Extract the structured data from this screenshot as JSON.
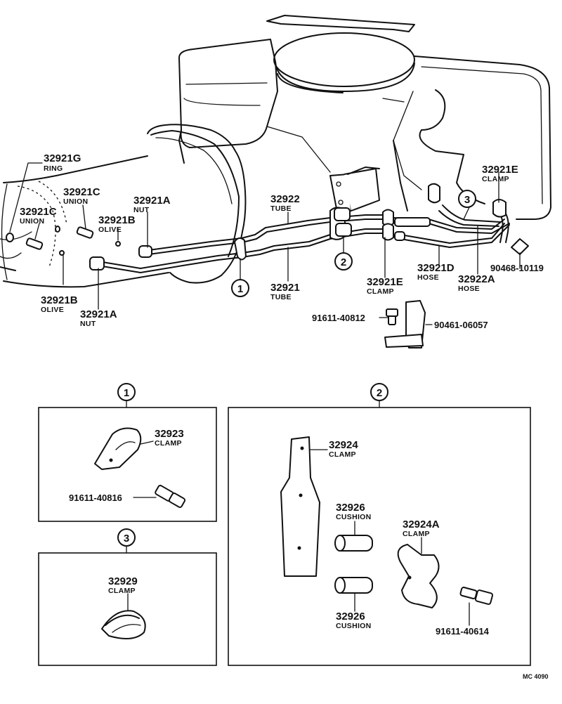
{
  "diagram_code": "MC 4090",
  "labels": {
    "p32921G": {
      "pn": "32921G",
      "desc": "RING"
    },
    "p32921C_a": {
      "pn": "32921C",
      "desc": "UNION"
    },
    "p32921C_b": {
      "pn": "32921C",
      "desc": "UNION"
    },
    "p32921A_a": {
      "pn": "32921A",
      "desc": "NUT"
    },
    "p32921B_a": {
      "pn": "32921B",
      "desc": "OLIVE"
    },
    "p32921B_b": {
      "pn": "32921B",
      "desc": "OLIVE"
    },
    "p32921A_b": {
      "pn": "32921A",
      "desc": "NUT"
    },
    "p32922": {
      "pn": "32922",
      "desc": "TUBE"
    },
    "p32921": {
      "pn": "32921",
      "desc": "TUBE"
    },
    "p32921E_a": {
      "pn": "32921E",
      "desc": "CLAMP"
    },
    "p32921E_b": {
      "pn": "32921E",
      "desc": "CLAMP"
    },
    "p32921D": {
      "pn": "32921D",
      "desc": "HOSE"
    },
    "p32922A": {
      "pn": "32922A",
      "desc": "HOSE"
    },
    "p90468": {
      "pn": "90468-10119",
      "desc": ""
    },
    "p91611_40812": {
      "pn": "91611-40812",
      "desc": ""
    },
    "p90461": {
      "pn": "90461-06057",
      "desc": ""
    },
    "p32923": {
      "pn": "32923",
      "desc": "CLAMP"
    },
    "p91611_40816": {
      "pn": "91611-40816",
      "desc": ""
    },
    "p32929": {
      "pn": "32929",
      "desc": "CLAMP"
    },
    "p32924": {
      "pn": "32924",
      "desc": "CLAMP"
    },
    "p32926_a": {
      "pn": "32926",
      "desc": "CUSHION"
    },
    "p32926_b": {
      "pn": "32926",
      "desc": "CUSHION"
    },
    "p32924A": {
      "pn": "32924A",
      "desc": "CLAMP"
    },
    "p91611_40614": {
      "pn": "91611-40614",
      "desc": ""
    }
  },
  "callouts": {
    "c1_main": "1",
    "c2_main": "2",
    "c3_main": "3",
    "c1_box": "1",
    "c2_box": "2",
    "c3_box": "3"
  }
}
